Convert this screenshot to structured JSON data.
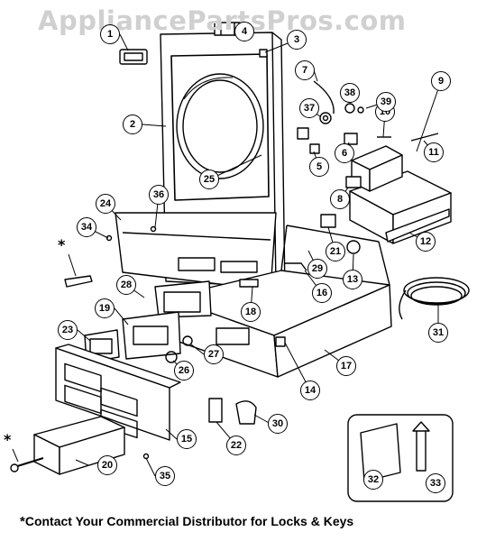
{
  "watermark": "AppliancePartsPros.com",
  "footnote": {
    "star": "*",
    "text": "Contact Your Commercial Distributor for Locks & Keys"
  },
  "asterisk": "*",
  "callouts": [
    {
      "id": "c1",
      "label": "1"
    },
    {
      "id": "c2",
      "label": "2"
    },
    {
      "id": "c3",
      "label": "3"
    },
    {
      "id": "c4",
      "label": "4"
    },
    {
      "id": "c5",
      "label": "5"
    },
    {
      "id": "c6",
      "label": "6"
    },
    {
      "id": "c7",
      "label": "7"
    },
    {
      "id": "c8",
      "label": "8"
    },
    {
      "id": "c9",
      "label": "9"
    },
    {
      "id": "c10",
      "label": "10"
    },
    {
      "id": "c11",
      "label": "11"
    },
    {
      "id": "c12",
      "label": "12"
    },
    {
      "id": "c13",
      "label": "13"
    },
    {
      "id": "c14",
      "label": "14"
    },
    {
      "id": "c15",
      "label": "15"
    },
    {
      "id": "c16",
      "label": "16"
    },
    {
      "id": "c17",
      "label": "17"
    },
    {
      "id": "c18",
      "label": "18"
    },
    {
      "id": "c19",
      "label": "19"
    },
    {
      "id": "c20",
      "label": "20"
    },
    {
      "id": "c21",
      "label": "21"
    },
    {
      "id": "c22",
      "label": "22"
    },
    {
      "id": "c23",
      "label": "23"
    },
    {
      "id": "c24",
      "label": "24"
    },
    {
      "id": "c25",
      "label": "25"
    },
    {
      "id": "c26",
      "label": "26"
    },
    {
      "id": "c27",
      "label": "27"
    },
    {
      "id": "c28",
      "label": "28"
    },
    {
      "id": "c29",
      "label": "29"
    },
    {
      "id": "c30",
      "label": "30"
    },
    {
      "id": "c31",
      "label": "31"
    },
    {
      "id": "c32",
      "label": "32"
    },
    {
      "id": "c33",
      "label": "33"
    },
    {
      "id": "c34",
      "label": "34"
    },
    {
      "id": "c35",
      "label": "35"
    },
    {
      "id": "c36",
      "label": "36"
    },
    {
      "id": "c37",
      "label": "37"
    },
    {
      "id": "c38",
      "label": "38"
    },
    {
      "id": "c39",
      "label": "39"
    }
  ]
}
